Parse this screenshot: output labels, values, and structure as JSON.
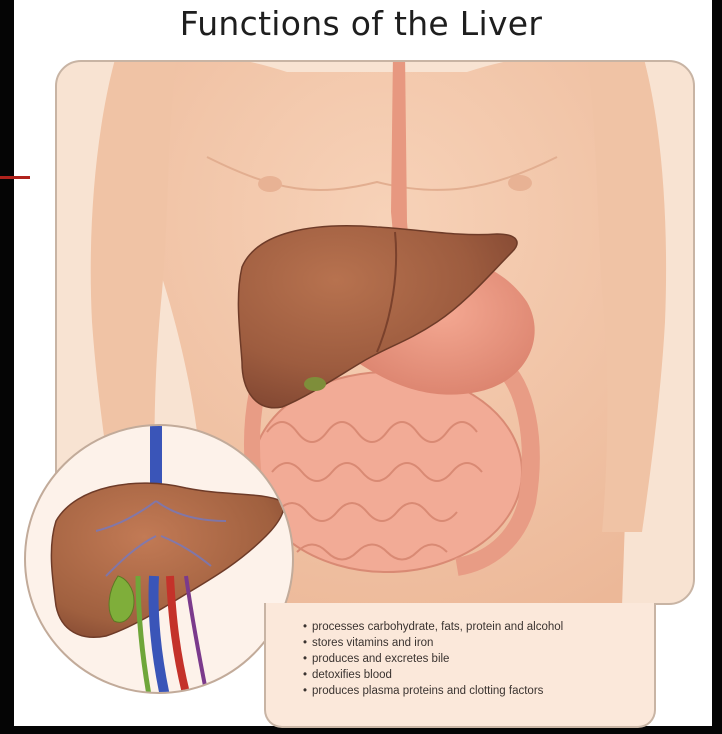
{
  "title": "Functions of the Liver",
  "functions": [
    "processes carbohydrate, fats, protein and alcohol",
    "stores vitamins and iron",
    "produces and excretes bile",
    "detoxifies blood",
    "produces plasma proteins and clotting factors"
  ],
  "colors": {
    "panel_background": "#f8e3d2",
    "skin": "#f4c9ac",
    "liver": "#9d5c3f",
    "stomach": "#e8927e",
    "intestines": "#f0a994",
    "gallbladder": "#7e8e3a",
    "vein_blue": "#3a55b8",
    "artery_red": "#c4322a"
  }
}
